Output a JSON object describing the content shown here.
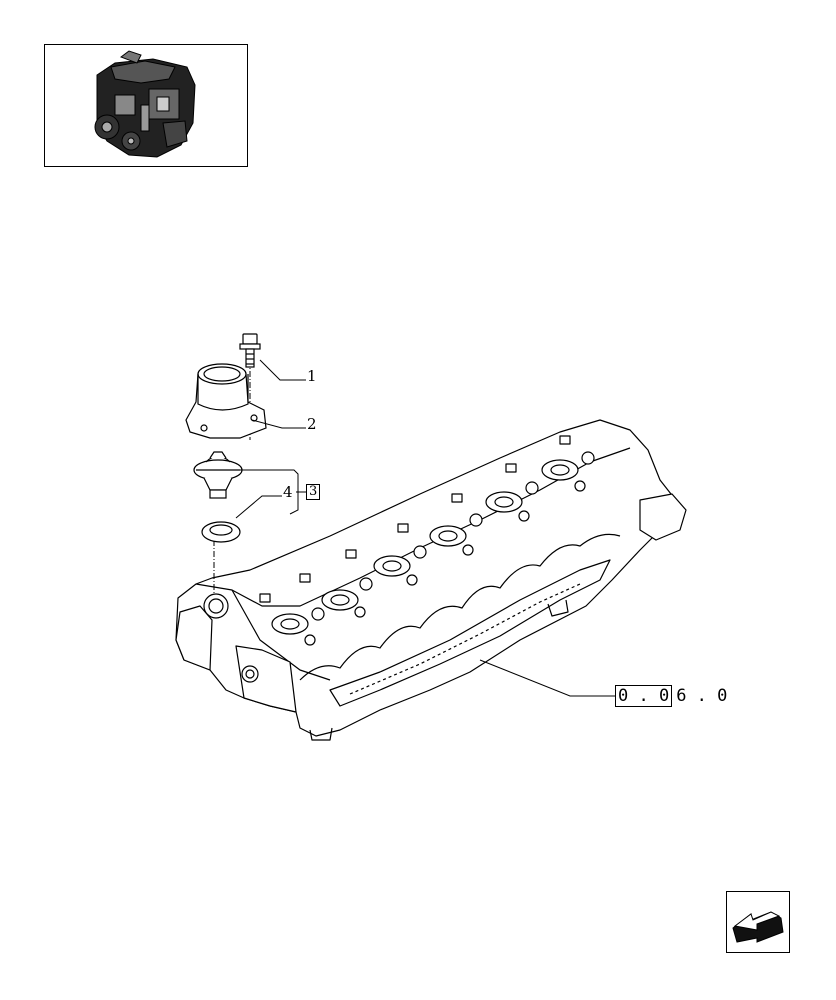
{
  "thumbnail": {
    "icon": "engine-thumbnail-icon"
  },
  "callouts": {
    "item_1": "1",
    "item_2": "2",
    "item_3": "3",
    "item_4": "4"
  },
  "reference": {
    "boxed": "0 . 0",
    "tail": "6 . 0"
  },
  "navigation": {
    "icon": "previous-arrow-icon"
  }
}
